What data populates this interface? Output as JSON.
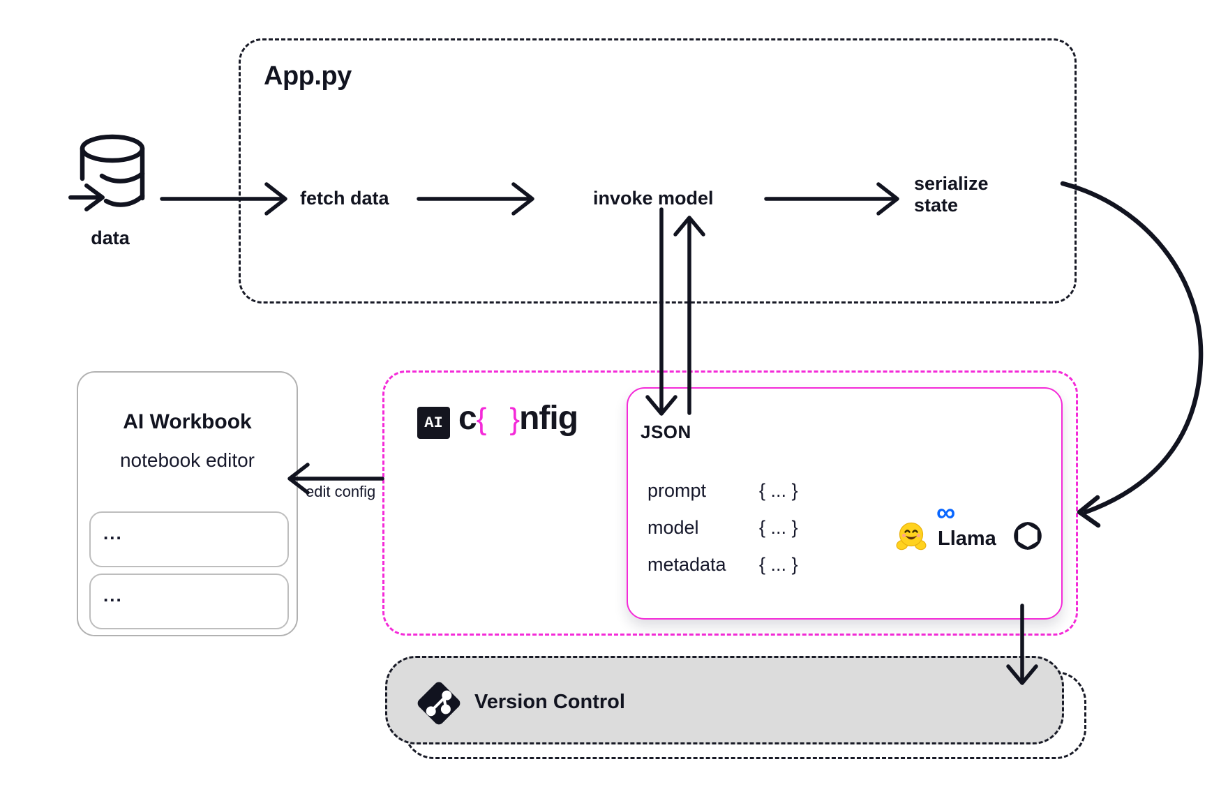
{
  "colors": {
    "ink": "#11131f",
    "magenta": "#f42ad8",
    "vc_fill": "#dcdcdc",
    "workbook_border": "#b1b1b1",
    "meta_blue": "#0866ff",
    "hf_yellow": "#ffd21e"
  },
  "data_source": {
    "label": "data"
  },
  "app_box": {
    "title": "App.py",
    "steps": [
      "fetch data",
      "invoke model",
      "serialize state"
    ]
  },
  "workbook": {
    "title": "AI Workbook",
    "subtitle": "notebook editor",
    "cells": [
      "...",
      "..."
    ]
  },
  "edit_config": {
    "label": "edit config"
  },
  "aiconfig_logo": {
    "badge": "AI",
    "part1": "c",
    "brace_open": "{",
    "brace_close": "}",
    "part2": "nfig"
  },
  "json_box": {
    "title": "JSON",
    "rows": [
      {
        "key": "prompt",
        "value": "{ ... }"
      },
      {
        "key": "model",
        "value": "{ ... }"
      },
      {
        "key": "metadata",
        "value": "{ ... }"
      }
    ],
    "providers": {
      "meta_symbol": "∞",
      "meta_label": "Llama"
    }
  },
  "version_control": {
    "label": "Version Control"
  }
}
